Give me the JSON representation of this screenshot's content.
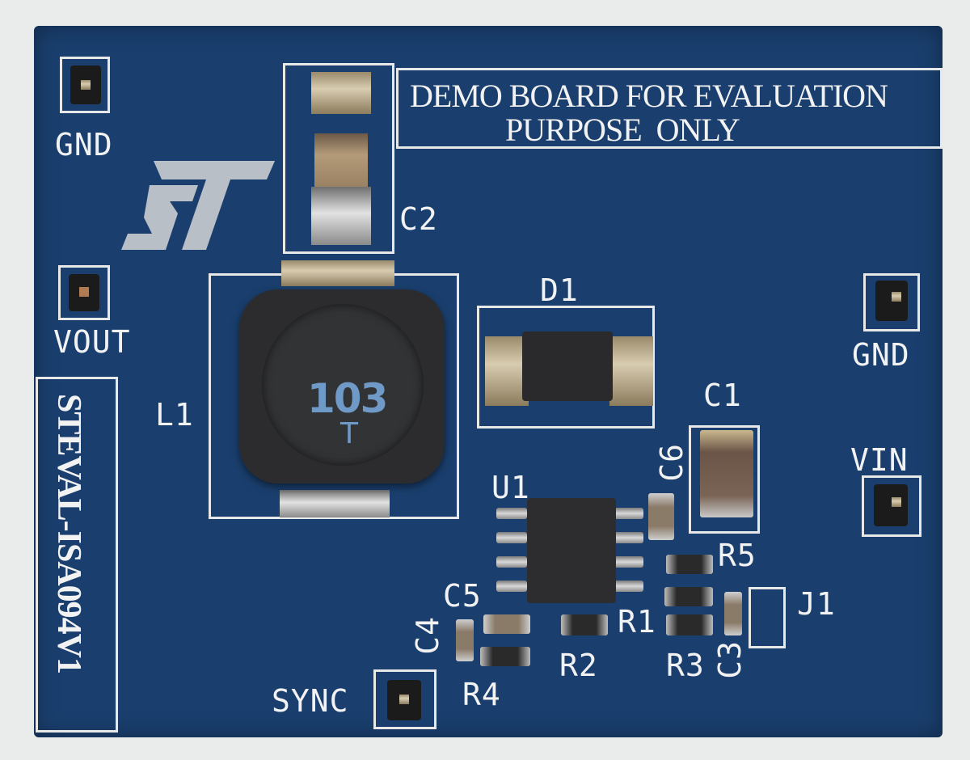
{
  "board": {
    "notice_line1": "DEMO BOARD FOR EVALUATION",
    "notice_line2": "PURPOSE  ONLY",
    "part_number": "STEVAL-ISA094V1",
    "logo": "ST",
    "inductor_marking_line1": "103",
    "inductor_marking_line2": "T"
  },
  "labels": {
    "gnd_left": "GND",
    "vout": "VOUT",
    "gnd_right": "GND",
    "vin": "VIN",
    "sync": "SYNC",
    "c1": "C1",
    "c2": "C2",
    "c3": "C3",
    "c4": "C4",
    "c5": "C5",
    "c6": "C6",
    "d1": "D1",
    "l1": "L1",
    "u1": "U1",
    "r1": "R1",
    "r2": "R2",
    "r3": "R3",
    "r4": "R4",
    "r5": "R5",
    "j1": "J1"
  },
  "colors": {
    "pcb": "#1a3f6e",
    "silkscreen": "#f2f2f2",
    "background": "#e9eceb"
  }
}
